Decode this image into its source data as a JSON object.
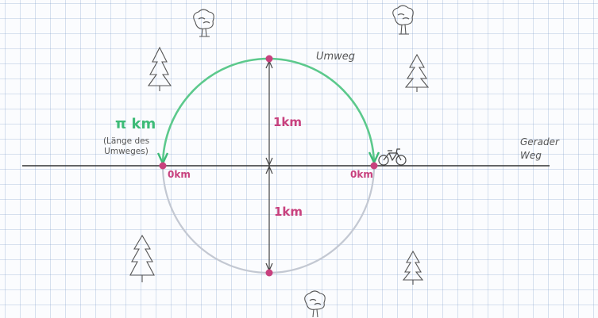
{
  "labels": {
    "pi_km": "π km",
    "detour_length_note": "(Länge des Umweges)",
    "detour": "Umweg",
    "one_km_top": "1km",
    "one_km_bottom": "1km",
    "zero_km_left": "0km",
    "zero_km_right": "0km",
    "straight_path": "Gerader Weg"
  },
  "colors": {
    "detour_arc": "#5cc98c",
    "lower_arc": "#c3c8d2",
    "points": "#c8417e",
    "labels_pink": "#c8417e",
    "pi_label": "#3dbb77",
    "axis": "#333333"
  },
  "icons": [
    "pine-tree-icon",
    "deciduous-tree-icon",
    "bicycle-icon"
  ]
}
